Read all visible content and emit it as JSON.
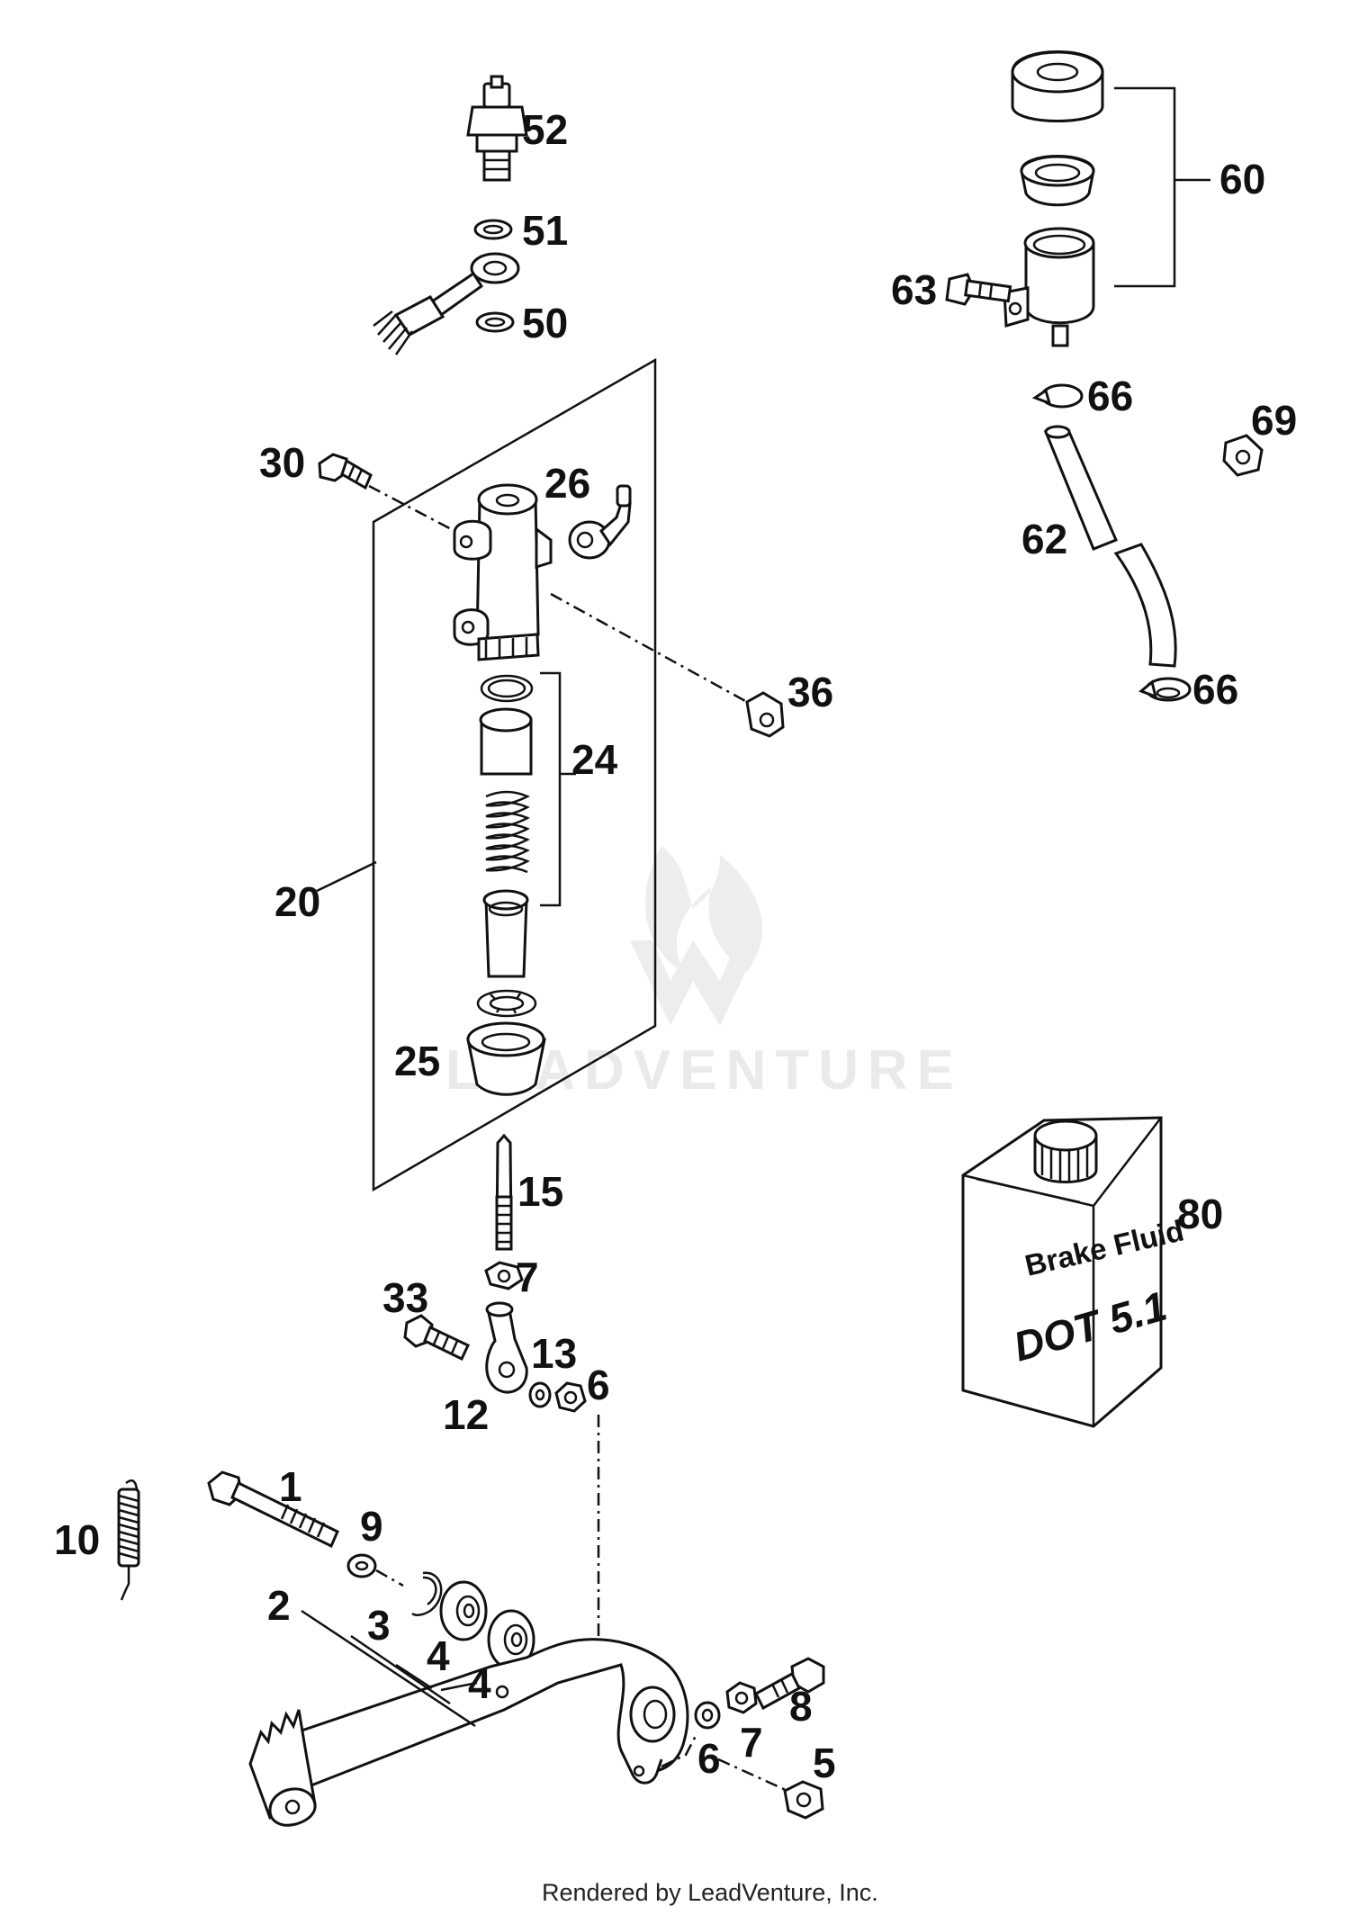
{
  "diagram": {
    "watermark": "LEADVENTURE",
    "footer": "Rendered by LeadVenture, Inc.",
    "can": {
      "line1": "Brake Fluid",
      "line2": "DOT 5.1"
    },
    "labels": [
      {
        "id": "52",
        "text": "52"
      },
      {
        "id": "51",
        "text": "51"
      },
      {
        "id": "50",
        "text": "50"
      },
      {
        "id": "60",
        "text": "60"
      },
      {
        "id": "63",
        "text": "63"
      },
      {
        "id": "66a",
        "text": "66"
      },
      {
        "id": "69",
        "text": "69"
      },
      {
        "id": "62",
        "text": "62"
      },
      {
        "id": "66b",
        "text": "66"
      },
      {
        "id": "30",
        "text": "30"
      },
      {
        "id": "26",
        "text": "26"
      },
      {
        "id": "36",
        "text": "36"
      },
      {
        "id": "24",
        "text": "24"
      },
      {
        "id": "20",
        "text": "20"
      },
      {
        "id": "25",
        "text": "25"
      },
      {
        "id": "15",
        "text": "15"
      },
      {
        "id": "80",
        "text": "80"
      },
      {
        "id": "7a",
        "text": "7"
      },
      {
        "id": "33",
        "text": "33"
      },
      {
        "id": "13",
        "text": "13"
      },
      {
        "id": "6a",
        "text": "6"
      },
      {
        "id": "12",
        "text": "12"
      },
      {
        "id": "1",
        "text": "1"
      },
      {
        "id": "9",
        "text": "9"
      },
      {
        "id": "10",
        "text": "10"
      },
      {
        "id": "2",
        "text": "2"
      },
      {
        "id": "3",
        "text": "3"
      },
      {
        "id": "4a",
        "text": "4"
      },
      {
        "id": "4b",
        "text": "4"
      },
      {
        "id": "8",
        "text": "8"
      },
      {
        "id": "7b",
        "text": "7"
      },
      {
        "id": "6b",
        "text": "6"
      },
      {
        "id": "5",
        "text": "5"
      }
    ]
  }
}
